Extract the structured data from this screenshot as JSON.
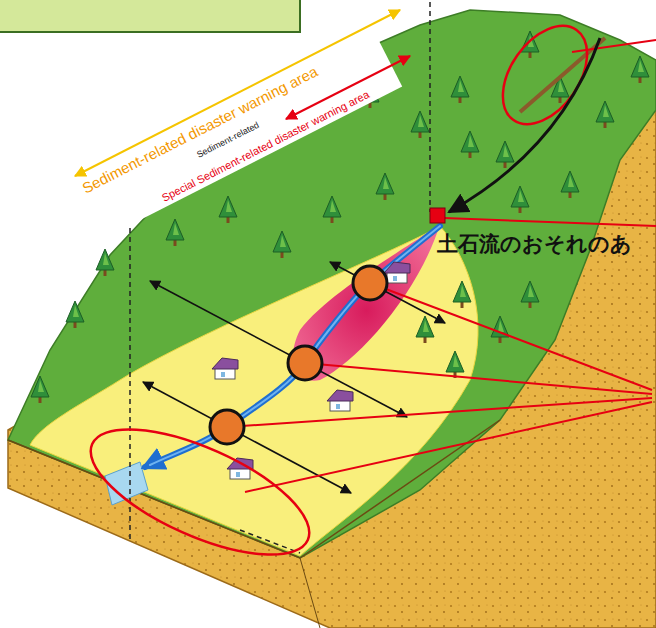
{
  "diagram": {
    "labels": [
      "Sediment-related disaster warning area",
      "Sediment-related",
      "Special Sediment-related disaster warning area",
      "土石流のおそれのあ"
    ]
  }
}
